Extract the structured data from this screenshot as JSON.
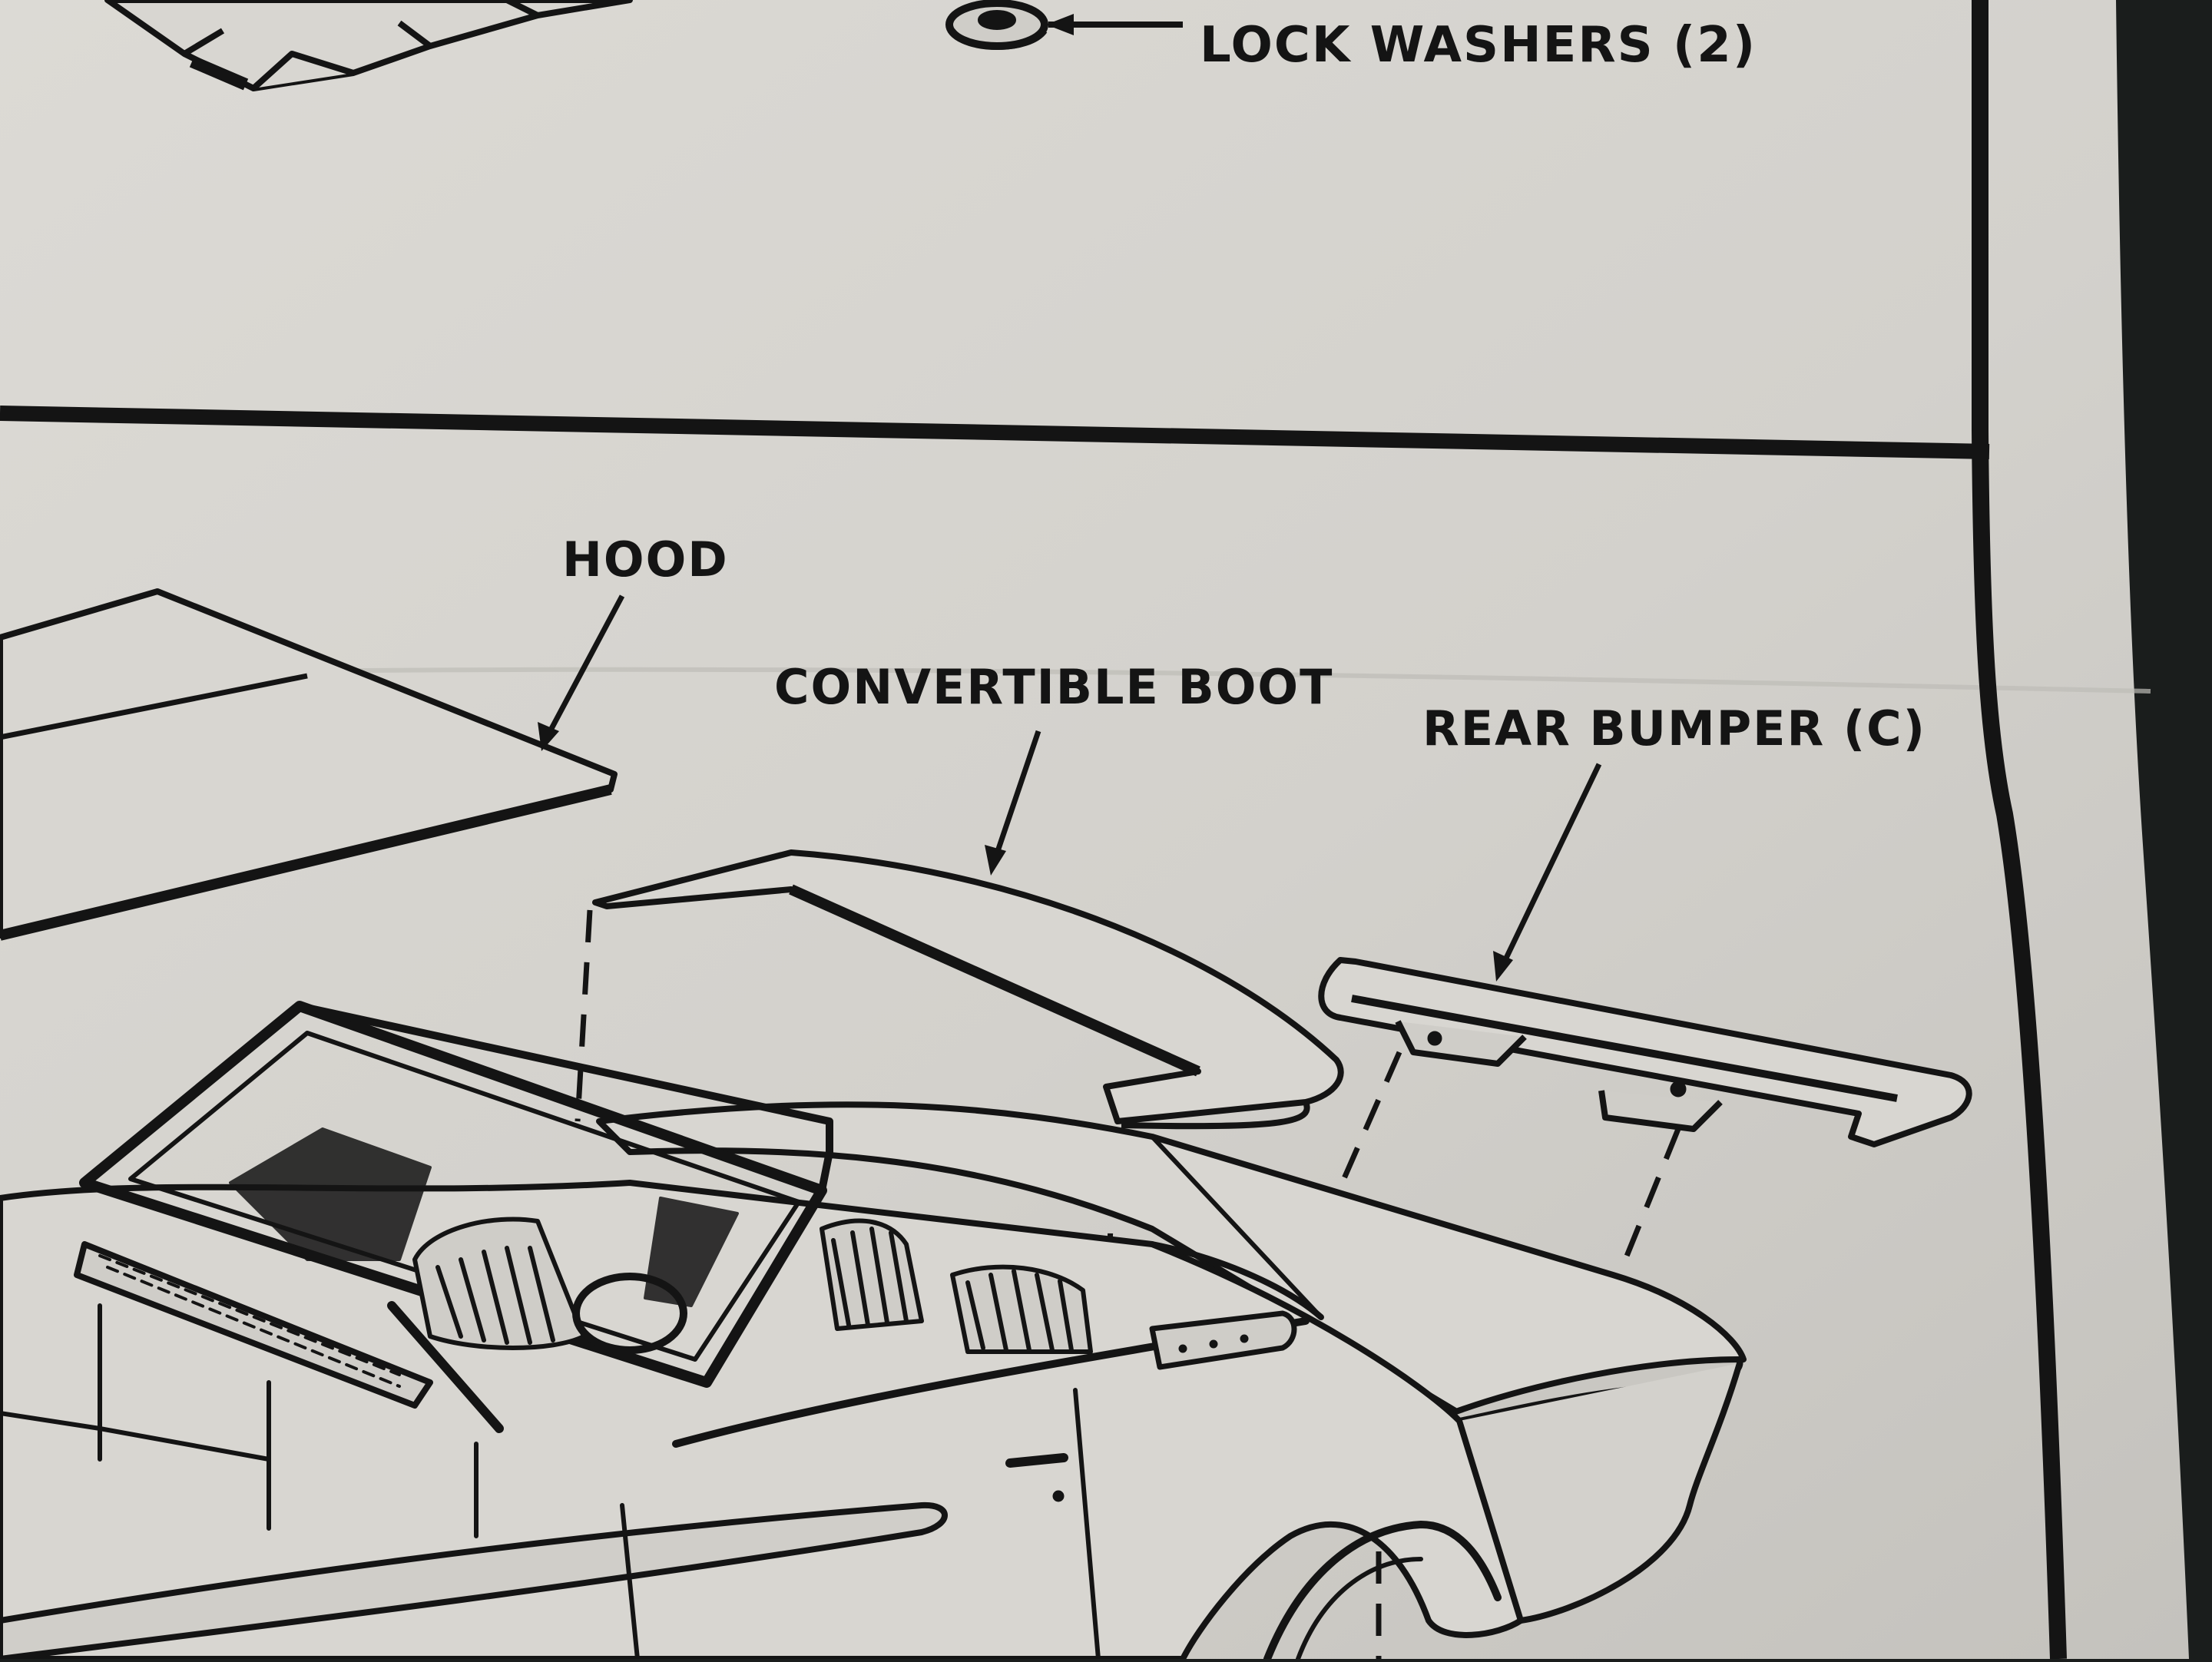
{
  "document": {
    "type": "model kit assembly instruction sheet",
    "paper_color": "#d6d4cf",
    "ink_color": "#141414",
    "background_color": "#1a1d1c"
  },
  "labels": {
    "lock_washers": "LOCK WASHERS (2)",
    "hood": "HOOD",
    "convertible_boot": "CONVERTIBLE BOOT",
    "rear_bumper": "REAR BUMPER (C)"
  },
  "icons": {
    "washer": "washer-icon",
    "hood_part": "hood-part-icon",
    "boot_part": "convertible-boot-part-icon",
    "bumper_part": "rear-bumper-part-icon",
    "car_body": "car-body-drawing"
  }
}
